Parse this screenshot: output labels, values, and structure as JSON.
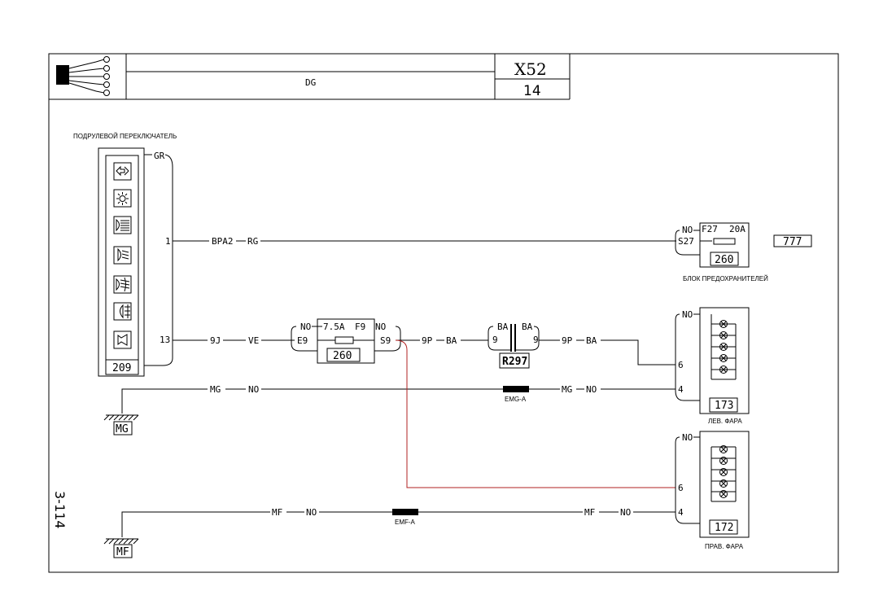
{
  "header": {
    "function_code": "DG",
    "vehicle": "X52",
    "sheet": "14"
  },
  "page_ref": "3-114",
  "components": {
    "stalk_switch": {
      "title": "ПОДРУЛЕВОЙ ПЕРЕКЛЮЧАТЕЛЬ",
      "ref": "209",
      "pin_gr": "GR",
      "pin_1": "1",
      "pin_13": "13",
      "icons": [
        "turn-signal-icon",
        "sidelight-icon",
        "high-beam-icon",
        "low-beam-icon",
        "front-fog-icon",
        "rear-fog-icon",
        "horn-icon"
      ]
    },
    "fuse_box_top": {
      "title": "БЛОК ПРЕДОХРАНИТЕЛЕЙ",
      "ref": "260",
      "no": "NO",
      "fuse": "F27",
      "rating": "20A",
      "pin": "S27",
      "link": "777"
    },
    "fuse_box_mid": {
      "ref": "260",
      "no_left": "NO",
      "rating": "7.5A",
      "fuse": "F9",
      "no_right": "NO",
      "pin_in": "E9",
      "pin_out": "S9"
    },
    "connector_r297": {
      "ref": "R297",
      "ba_left": "BA",
      "ba_right": "BA",
      "pin_left": "9",
      "pin_right": "9"
    },
    "left_headlamp": {
      "title": "ЛЕВ. ФАРА",
      "ref": "173",
      "no": "NO",
      "pin_6": "6",
      "pin_4": "4"
    },
    "right_headlamp": {
      "title": "ПРАВ. ФАРА",
      "ref": "172",
      "no": "NO",
      "pin_6": "6",
      "pin_4": "4"
    },
    "ground_mg": {
      "label": "MG"
    },
    "ground_mf": {
      "label": "MF"
    }
  },
  "wires": {
    "bpa2": "BPA2",
    "rg": "RG",
    "w9j": "9J",
    "ve": "VE",
    "w9p_a": "9P",
    "ba_a": "BA",
    "w9p_b": "9P",
    "ba_b": "BA",
    "mg_a": "MG",
    "no_a": "NO",
    "mg_b": "MG",
    "no_b": "NO",
    "mf_a": "MF",
    "no_c": "NO",
    "mf_b": "MF",
    "no_d": "NO"
  },
  "splices": {
    "emg": "EMG-A",
    "emf": "EMF-A"
  }
}
